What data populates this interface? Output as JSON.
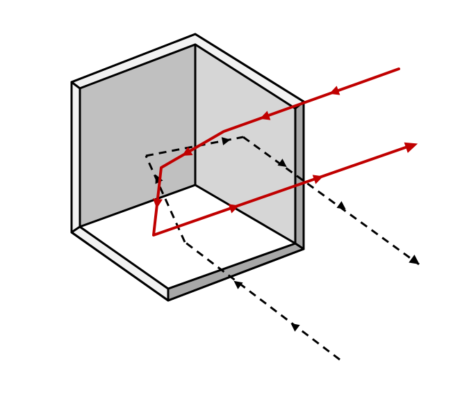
{
  "figure": {
    "subject": "corner-cube-retroreflector",
    "colors": {
      "background": "#ffffff",
      "outline": "#000000",
      "back_wall": "#c0c0c0",
      "right_wall": "#d6d6d6",
      "floor": "#ffffff",
      "rim_face": "#f2f2f2",
      "rim_shadow": "#a8a8a8",
      "red_ray": "#c00000",
      "dashed_ray": "#000000"
    },
    "icons": [
      "arrow-head-icon"
    ],
    "rays": [
      {
        "id": "red-ray-path",
        "style": "solid",
        "color": "red_ray"
      },
      {
        "id": "black-ray-path",
        "style": "dashed",
        "color": "dashed_ray"
      }
    ]
  }
}
